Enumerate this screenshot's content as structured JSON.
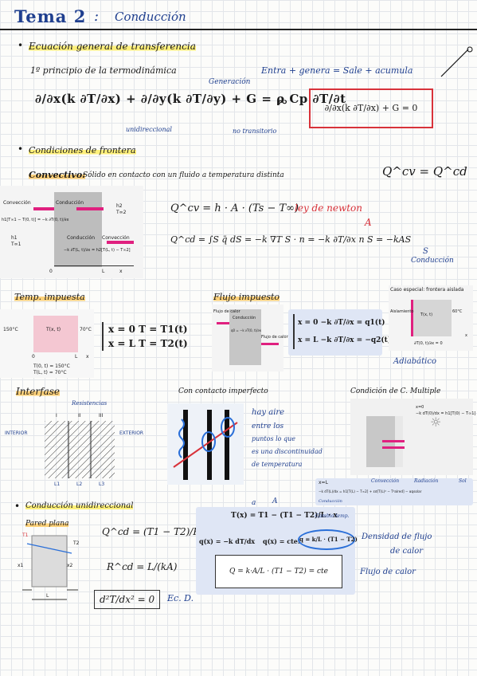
{
  "header": {
    "title": "Tema 2",
    "sep": ":",
    "subtitle": "Conducción"
  },
  "s1": {
    "title": "Ecuación general de transferencia",
    "principle": "1º principio de la termodinámica",
    "balance": "Entra + genera = Sale + acumula",
    "gen_label": "Generación",
    "unidir": "unidireccional",
    "no_trans": "no transitorio",
    "eq_main": "∂/∂x(k ∂T/∂x) + ∂/∂y(k ∂T/∂y) + G = ρ Cp ∂T/∂t",
    "eq_simple": "∂/∂x(k ∂T/∂x) + G = 0"
  },
  "s2": {
    "title": "Condiciones de frontera",
    "conv_label": "Convectivo:",
    "conv_desc": "Sólido en contacto con un fluido a temperatura distinta",
    "qeq": "Q^cv = Q^cd",
    "qcv": "Q^cv = h · A · (Ts − T∞)",
    "newton": "ley de newton",
    "qcd": "Q^cd = ∫S q̄ dS = −k ∇T S · n = −k ∂T/∂x n S = −kAS",
    "A_mark": "A",
    "S_mark": "S",
    "cond_mark": "Conducción",
    "fig_conv": {
      "conveccion": "Convección",
      "conduccion": "Conducción",
      "h1": "h1",
      "T1": "T∞1",
      "h2": "h2",
      "T2": "T∞2",
      "f1": "h1[T∞1 − T(0, t)] = −k ∂T(0, t)/∂x",
      "f2": "−k ∂T(L, t)/∂x = h2[T(L, t) − T∞2]",
      "zero": "0",
      "L": "L",
      "x": "x"
    }
  },
  "s3": {
    "temp": "Temp. impuesta",
    "flujo": "Flujo impuesto",
    "fig_temp": {
      "left": "150°C",
      "right": "70°C",
      "Tx": "T(x, t)",
      "zero": "0",
      "L": "L",
      "x": "x",
      "c1": "T(0, t) = 150°C",
      "c2": "T(L, t) = 70°C"
    },
    "temp_eq": [
      "x = 0   T = T1(t)",
      "x = L   T = T2(t)"
    ],
    "fig_flux": {
      "f1": "Flujo de calor",
      "cond": "Conducción",
      "f2": "Flujo de calor",
      "eq": "q0 = −k ∂T(0, t)/∂x"
    },
    "flux_eq": [
      "x = 0   −k ∂T/∂x = q1(t)",
      "x = L   −k ∂T/∂x = −q2(t)"
    ],
    "special": {
      "title": "Caso especial: frontera aislada",
      "aisl": "Aislamiento",
      "temp": "60°C",
      "Tx": "T(x, t)",
      "eq": "∂T(0, t)/∂x = 0",
      "x": "x"
    },
    "adiab": "Adiabático"
  },
  "s4": {
    "interfase": "Interfase",
    "imperf": "Con contacto imperfecto",
    "multi": "Condición de C. Multiple",
    "resist": "Resistencias",
    "interior": "INTERIOR",
    "exterior": "EXTERIOR",
    "roman": [
      "I",
      "II",
      "III"
    ],
    "L": [
      "L1",
      "L2",
      "L3"
    ],
    "hay": [
      "hay aire",
      "entre los",
      "puntos lo que",
      "es una discontinuidad",
      "de temperatura"
    ],
    "multi_fig": {
      "x0": "x=0",
      "eq0": "−k dT(0)/dx = h1[T(0) − T∞1]",
      "xL": "x=L",
      "conv": "Convección",
      "rad": "Radiación",
      "sol": "Sol",
      "eqL": "−k dT(L)/dx = h1[T(L) − T∞2] + εσ[T(L)⁴ − T⁴alred] − αqsolar",
      "cond": "Conducción"
    }
  },
  "s5": {
    "title": "Conducción unidireccional",
    "pared": "Pared plana",
    "pfig": {
      "T1": "T1",
      "T2": "T2",
      "x1": "x1",
      "x2": "x2",
      "L": "L"
    },
    "qcd": "Q^cd = (T1 − T2)/R^cd",
    "rcd": "R^cd = L/(kA)",
    "d2t": "d²T/dx² = 0",
    "ecd": "Ec. D.",
    "Tx": "T(x) = T1 − (T1 − T2)/L · x",
    "cte": "Cambio temp.",
    "aA": "a",
    "bB": "A",
    "qx": "q(x) = −k dT/dx",
    "qx2": "q(x) = cte.",
    "qx3": "q = k/L · (T1 − T2)",
    "dens": [
      "Densidad de flujo",
      "de calor"
    ],
    "Q": "Q = k·A/L · (T1 − T2) = cte",
    "flujo": "Flujo de calor"
  }
}
